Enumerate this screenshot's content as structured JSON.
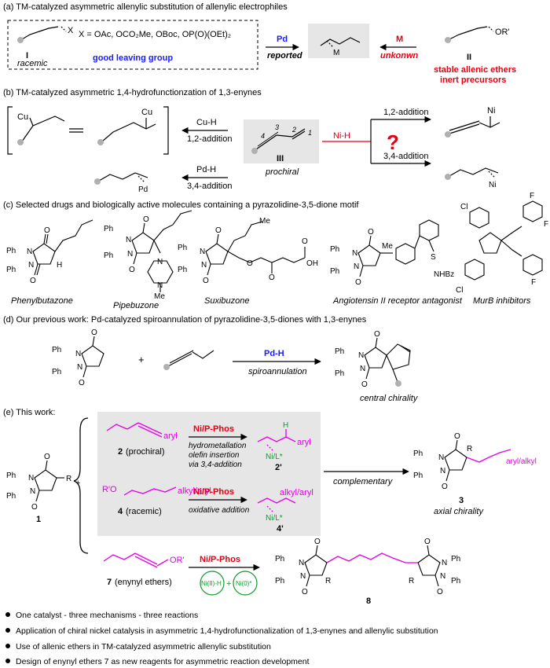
{
  "colors": {
    "pd_blue": "#1a1aff",
    "red": "#e60012",
    "magenta": "#e600e6",
    "green": "#109a2e",
    "gray_box": "#e6e6e6",
    "node_gray": "#b0b0b0"
  },
  "section_a": {
    "heading": "(a) TM-catalyzed asymmetric allenylic substitution of allenylic electrophiles",
    "x_label": "X",
    "leaving_groups": "X = OAc, OCO₂Me, OBoc, OP(O)(OEt)₂",
    "compound_I": "I",
    "racemic": "racemic",
    "good_lg": "good leaving group",
    "pd": "Pd",
    "reported": "reported",
    "m_label": "M",
    "m_center": "M",
    "unknown": "unkonwn",
    "or_label": "OR'",
    "compound_II": "II",
    "stable_1": "stable allenic ethers",
    "stable_2": "inert precursors"
  },
  "section_b": {
    "heading": "(b) TM-catalyzed asymmetric 1,4-hydrofunctionzation of 1,3-enynes",
    "cu_left": "Cu",
    "cu_right": "Cu",
    "cuh": "Cu-H",
    "add12_left": "1,2-addition",
    "pdh": "Pd-H",
    "add34_left": "3,4-addition",
    "pd_center": "Pd",
    "num1": "1",
    "num2": "2",
    "num3": "3",
    "num4": "4",
    "compound_III": "III",
    "prochiral": "prochiral",
    "nih": "Ni-H",
    "qmark": "?",
    "add12_right": "1,2-addition",
    "add34_right": "3,4-addition",
    "ni_top": "Ni",
    "ni_bottom": "Ni"
  },
  "section_c": {
    "heading": "(c) Selected drugs and biologically active molecules containing a pyrazolidine-3,5-dione motif",
    "ph": "Ph",
    "n": "N",
    "o": "O",
    "h": "H",
    "me": "Me",
    "oh": "OH",
    "cl": "Cl",
    "f": "F",
    "so2": "S",
    "nhbz": "NHBz",
    "names": [
      "Phenylbutazone",
      "Pipebuzone",
      "Suxibuzone",
      "Angiotensin II receptor antagonist",
      "MurB inhibitors"
    ]
  },
  "section_d": {
    "heading": "(d) Our previous work: Pd-catalyzed spiroannulation of pyrazolidine-3,5-diones with 1,3-enynes",
    "plus": "+",
    "pdh": "Pd-H",
    "spiro": "spiroannulation",
    "central": "central chirality"
  },
  "section_e": {
    "heading": "(e) This work:",
    "aryl": "aryl",
    "c2": "2",
    "prochiral": "(prochiral)",
    "cat": "Ni/P-Phos",
    "mech_1": "hydrometallation",
    "mech_2": "olefin insertion",
    "mech_3": "via 3,4-addition",
    "h": "H",
    "nil": "Ni/L*",
    "aryl2": "aryl",
    "c2p": "2'",
    "ro": "R'O",
    "alkylaryl": "alkyl/aryl",
    "c4": "4",
    "racemic": "(racemic)",
    "oxadd": "oxidative addition",
    "alkylaryl2": "alkyl/aryl",
    "c4p": "4'",
    "complementary": "complementary",
    "r": "R",
    "arylalkyl": "aryl/alkyl",
    "c3": "3",
    "axial": "axial chirality",
    "c1": "1",
    "plus": "+",
    "or": "OR'",
    "c7": "7",
    "enynyl": "(enynyl ethers)",
    "ni2h": "Ni(II)-H",
    "ni0": "Ni(0)*",
    "c8": "8"
  },
  "bullets": [
    "One catalyst - three mechanisms - three reactions",
    "Application of chiral nickel catalysis in asymmetric 1,4-hydrofunctionalization of 1,3-enynes and allenylic substitution",
    "Use of allenic ethers in TM-catalyzed asymmetric allenylic substitution",
    "Design of enynyl ethers 7 as new reagents for asymmetric reaction development"
  ]
}
